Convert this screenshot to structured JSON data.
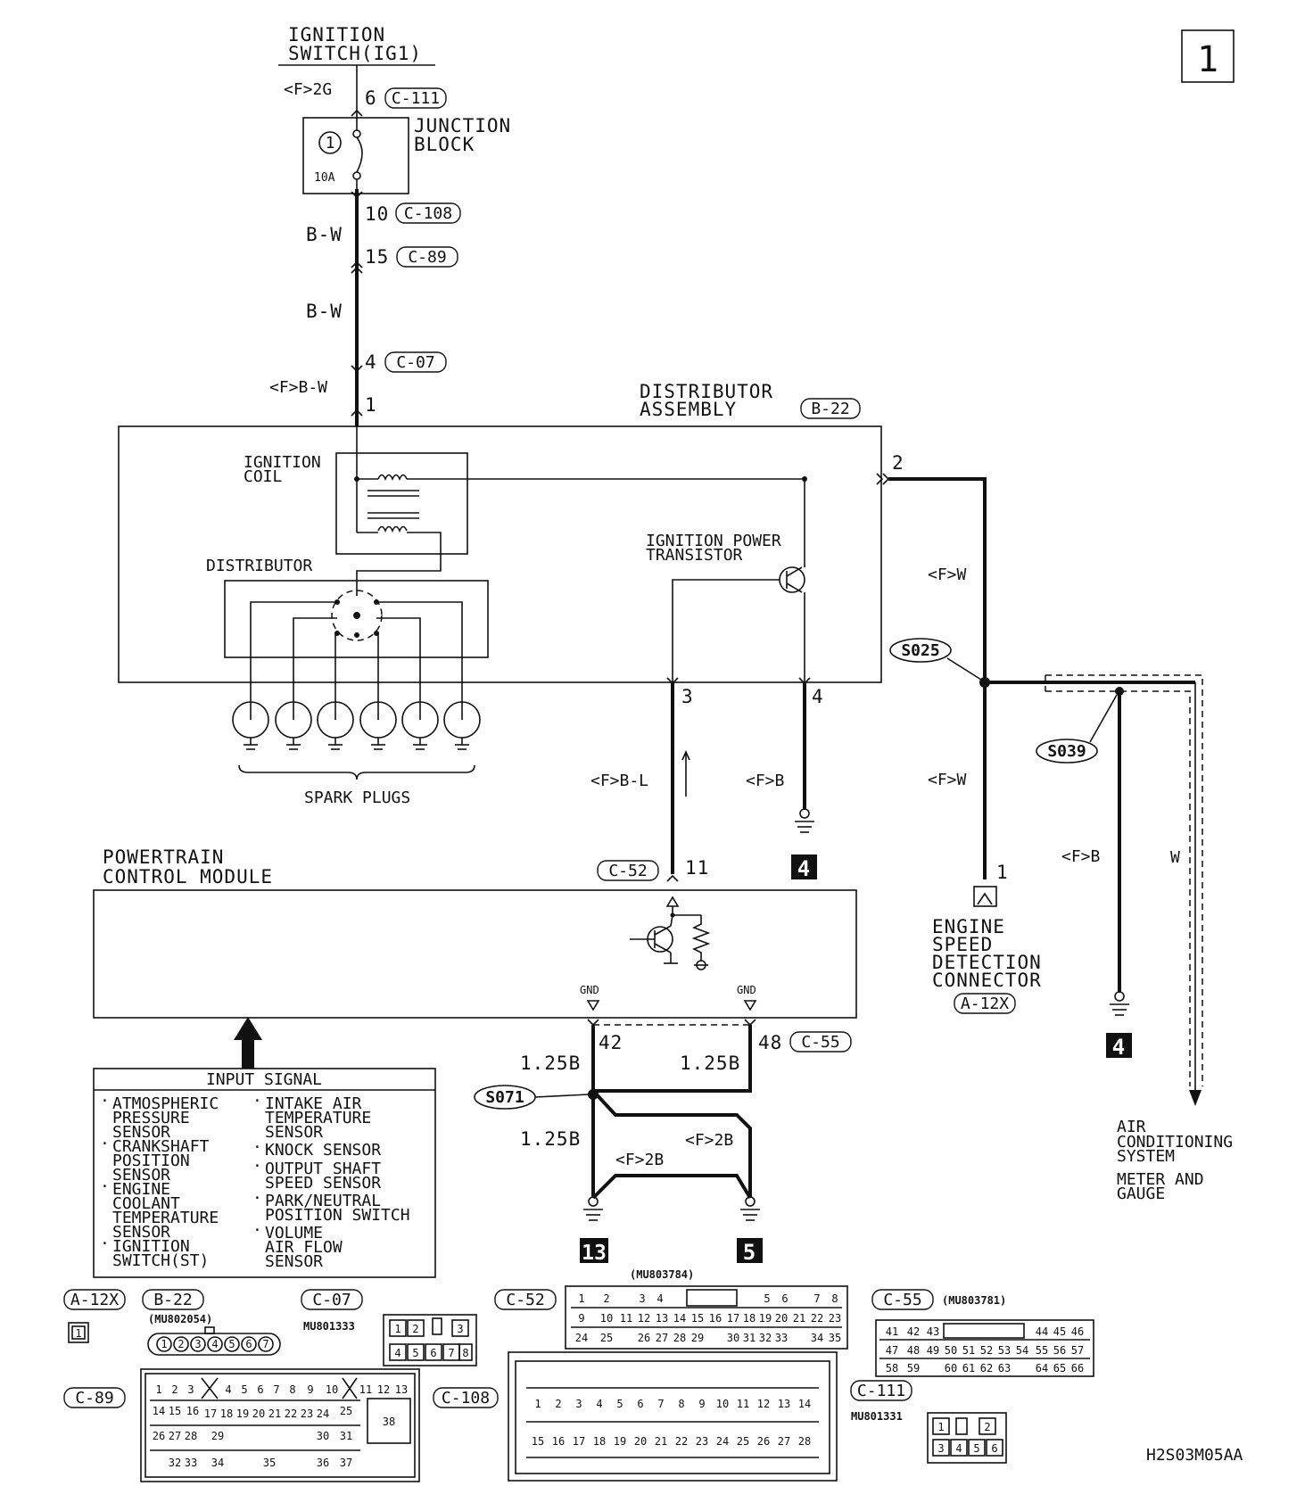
{
  "page_number": "1",
  "code": "H2S03M05AA",
  "ignition_switch": {
    "line1": "IGNITION",
    "line2": "SWITCH(IG1)"
  },
  "junction_block": {
    "line1": "JUNCTION",
    "line2": "BLOCK",
    "fuse_no": "1",
    "fuse_amp": "10A"
  },
  "distributor_assembly": {
    "line1": "DISTRIBUTOR",
    "line2": "ASSEMBLY",
    "connector": "B-22"
  },
  "ignition_coil": {
    "line1": "IGNITION",
    "line2": "COIL"
  },
  "distributor": "DISTRIBUTOR",
  "power_transistor": {
    "line1": "IGNITION POWER",
    "line2": "TRANSISTOR"
  },
  "spark_plugs": "SPARK PLUGS",
  "pcm": {
    "line1": "POWERTRAIN",
    "line2": "CONTROL MODULE"
  },
  "gnd": "GND",
  "wire_labels": {
    "f2g": "<F>2G",
    "bw1": "B-W",
    "bw2": "B-W",
    "fbw": "<F>B-W",
    "fw1": "<F>W",
    "fw2": "<F>W",
    "fbl": "<F>B-L",
    "fb1": "<F>B",
    "fb2": "<F>B",
    "w": "W",
    "a125b1": "1.25B",
    "a125b2": "1.25B",
    "a125b3": "1.25B",
    "f2b1": "<F>2B",
    "f2b2": "<F>2B"
  },
  "pins": {
    "p6": "6",
    "p10": "10",
    "p15": "15",
    "p4a": "4",
    "p1a": "1",
    "p2": "2",
    "p3": "3",
    "p4b": "4",
    "p11": "11",
    "p1b": "1",
    "p42": "42",
    "p48": "48"
  },
  "connectors": {
    "c111": "C-111",
    "c108": "C-108",
    "c89": "C-89",
    "c07": "C-07",
    "c52": "C-52",
    "c55": "C-55",
    "a12x": "A-12X",
    "b22": "B-22"
  },
  "splices": {
    "s025": "S025",
    "s039": "S039",
    "s071": "S071"
  },
  "grounds": {
    "g4a": "4",
    "g4b": "4",
    "g13": "13",
    "g5": "5"
  },
  "engine_speed": {
    "l1": "ENGINE",
    "l2": "SPEED",
    "l3": "DETECTION",
    "l4": "CONNECTOR",
    "conn": "A-12X"
  },
  "destinations": {
    "d1a": "AIR",
    "d1b": "CONDITIONING",
    "d1c": "SYSTEM",
    "d2a": "METER AND",
    "d2b": "GAUGE"
  },
  "input_signal": {
    "title": "INPUT SIGNAL",
    "left": [
      "ATMOSPHERIC",
      "PRESSURE",
      "SENSOR",
      "CRANKSHAFT",
      "POSITION",
      "SENSOR",
      "ENGINE",
      "COOLANT",
      "TEMPERATURE",
      "SENSOR",
      "IGNITION",
      "SWITCH(ST)"
    ],
    "right": [
      "INTAKE AIR",
      "TEMPERATURE",
      "SENSOR",
      "KNOCK SENSOR",
      "OUTPUT SHAFT",
      "SPEED SENSOR",
      "PARK/NEUTRAL",
      "POSITION SWITCH",
      "VOLUME",
      "AIR FLOW",
      "SENSOR"
    ]
  },
  "connector_details": {
    "a12x_label": "A-12X",
    "a12x_pin": "1",
    "b22_label": "B-22",
    "b22_part": "(MU802054)",
    "c07_label": "C-07",
    "c07_part": "MU801333",
    "c52_label": "C-52",
    "c52_part": "(MU803784)",
    "c55_label": "C-55",
    "c55_part": "(MU803781)",
    "c89_label": "C-89",
    "c108_label": "C-108",
    "c111_label": "C-111",
    "c111_part": "MU801331"
  }
}
